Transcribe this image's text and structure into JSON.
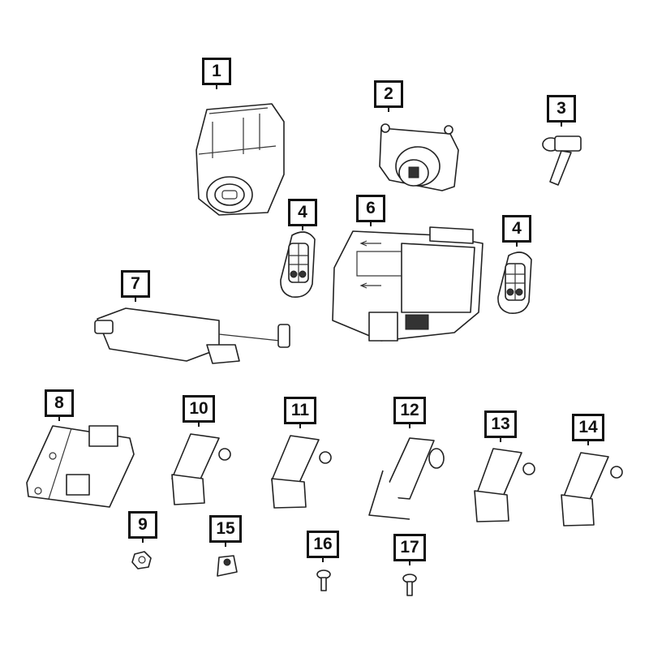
{
  "diagram": {
    "type": "exploded parts diagram",
    "background": "#ffffff",
    "line_color": "#222222",
    "callouts": [
      {
        "id": "1",
        "label": "1",
        "part": "ignition switch module"
      },
      {
        "id": "2",
        "label": "2",
        "part": "ignition lock housing"
      },
      {
        "id": "3",
        "label": "3",
        "part": "key blade"
      },
      {
        "id": "4a",
        "label": "4",
        "part": "key fob transmitter (left)"
      },
      {
        "id": "6",
        "label": "6",
        "part": "control module"
      },
      {
        "id": "4b",
        "label": "4",
        "part": "key fob transmitter (right)"
      },
      {
        "id": "7",
        "label": "7",
        "part": "receiver module with antenna lead"
      },
      {
        "id": "8",
        "label": "8",
        "part": "mounting bracket"
      },
      {
        "id": "10",
        "label": "10",
        "part": "antenna module"
      },
      {
        "id": "11",
        "label": "11",
        "part": "antenna module"
      },
      {
        "id": "12",
        "label": "12",
        "part": "antenna module with connector"
      },
      {
        "id": "13",
        "label": "13",
        "part": "antenna module"
      },
      {
        "id": "14",
        "label": "14",
        "part": "antenna module"
      },
      {
        "id": "9",
        "label": "9",
        "part": "nut"
      },
      {
        "id": "15",
        "label": "15",
        "part": "clip"
      },
      {
        "id": "16",
        "label": "16",
        "part": "screw"
      },
      {
        "id": "17",
        "label": "17",
        "part": "screw"
      }
    ]
  }
}
